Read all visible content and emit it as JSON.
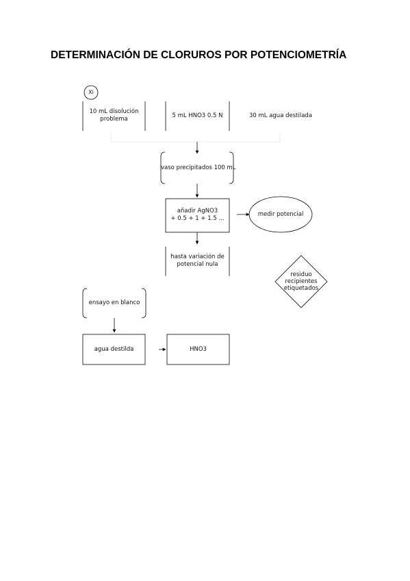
{
  "title": "DETERMINACIÓN DE CLORUROS POR POTENCIOMETRÍA",
  "nodes": {
    "safety": "Xi",
    "sample": [
      "10 mL disolución",
      "problema"
    ],
    "acid": "5 mL HNO3 0.5 N",
    "water": "30 mL agua destilada",
    "beaker": "vaso precipitados 100 mL",
    "add": [
      "añadir AgNO3",
      "+ 0.5 + 1 + 1.5 ..."
    ],
    "measure": "medir potencial",
    "until": [
      "hasta variación de",
      "potencial nula"
    ],
    "waste": [
      "residuo",
      "recipientes",
      "etiquetados"
    ],
    "blank": "ensayo en blanco",
    "distilled": "agua destilda",
    "hno3": "HNO3"
  }
}
